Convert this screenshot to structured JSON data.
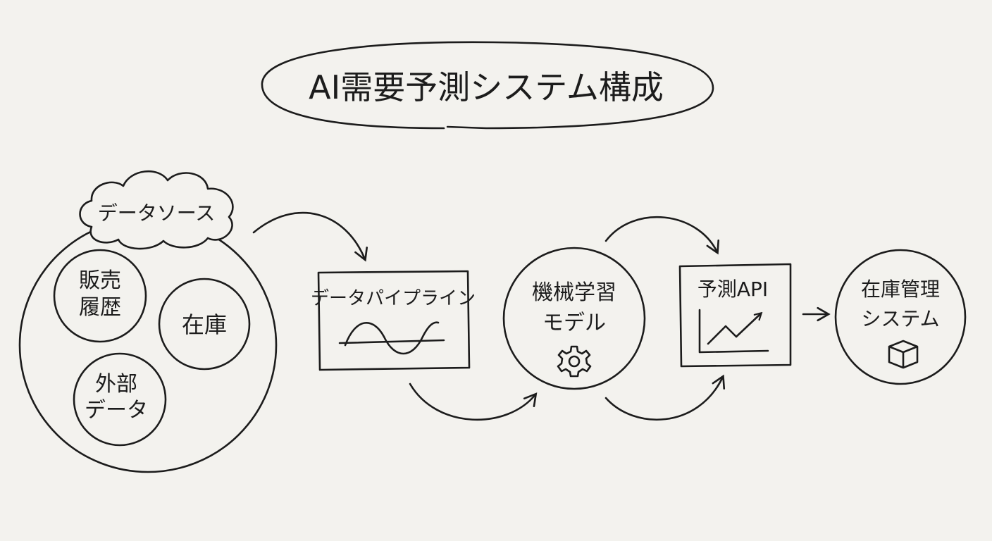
{
  "title": "AI需要予測システム構成",
  "data_sources": {
    "label": "データソース",
    "items": [
      {
        "line1": "販売",
        "line2": "履歴"
      },
      {
        "line1": "在庫",
        "line2": ""
      },
      {
        "line1": "外部",
        "line2": "データ"
      }
    ]
  },
  "pipeline": {
    "label": "データパイプライン",
    "icon": "wave-icon"
  },
  "model": {
    "line1": "機械学習",
    "line2": "モデル",
    "icon": "gear-icon"
  },
  "api": {
    "label": "予測API",
    "icon": "trend-chart-icon"
  },
  "inventory_system": {
    "line1": "在庫管理",
    "line2": "システム",
    "icon": "box-icon"
  },
  "colors": {
    "background": "#f3f2ee",
    "ink": "#1c1c1c"
  }
}
